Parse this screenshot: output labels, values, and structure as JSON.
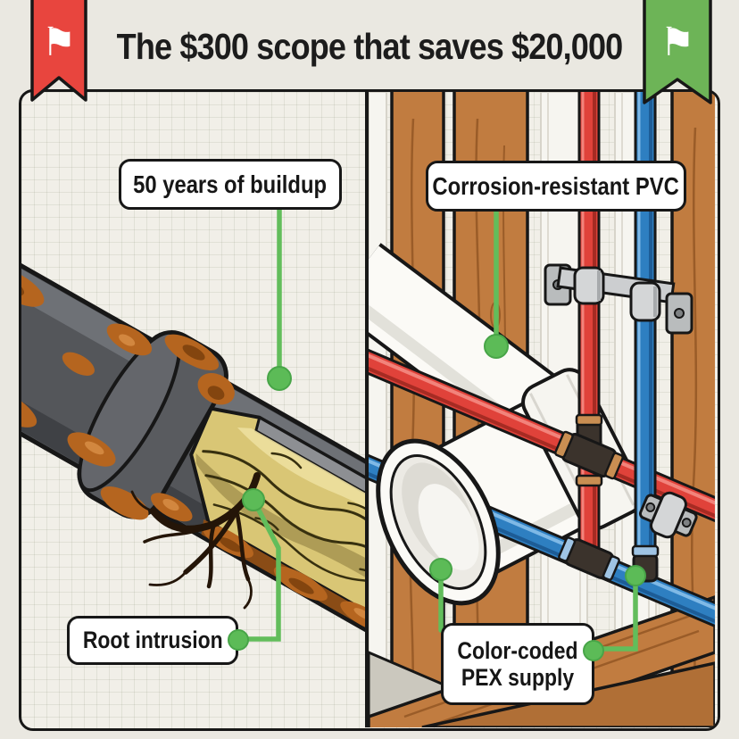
{
  "header": {
    "title": "The $300 scope that saves $20,000",
    "flag_glyph": "⚑"
  },
  "callouts": {
    "buildup": "50 years of buildup",
    "pvc": "Corrosion-resistant PVC",
    "root": "Root intrusion",
    "pex": "Color-coded PEX supply"
  },
  "colors": {
    "background": "#eae8e1",
    "paper": "#f1efe8",
    "outline": "#171717",
    "accent_green": "#5cb857",
    "ribbon_red": "#e8453e",
    "ribbon_green": "#6db457",
    "pex_hot_red": "#e0423a",
    "pex_cold_blue": "#2e7fc1",
    "pvc_white": "#fbfaf6",
    "rust_orange": "#b5651f",
    "old_pipe_gray": "#54565a",
    "buildup_yellow": "#d9c675",
    "wood_brown": "#c17c40"
  }
}
